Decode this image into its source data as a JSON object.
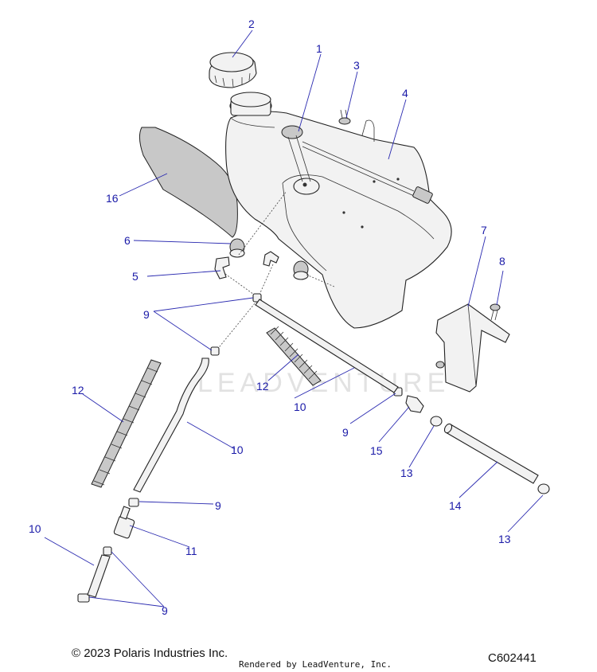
{
  "callouts": [
    "1",
    "2",
    "3",
    "4",
    "5",
    "6",
    "7",
    "8",
    "9",
    "9",
    "9",
    "9",
    "10",
    "10",
    "10",
    "11",
    "12",
    "12",
    "13",
    "13",
    "14",
    "15",
    "16"
  ],
  "watermark": "LEADVENTURE",
  "footer": {
    "copyright": "© 2023 Polaris Industries Inc.",
    "rendered": "Rendered by LeadVenture, Inc.",
    "code": "C602441"
  }
}
